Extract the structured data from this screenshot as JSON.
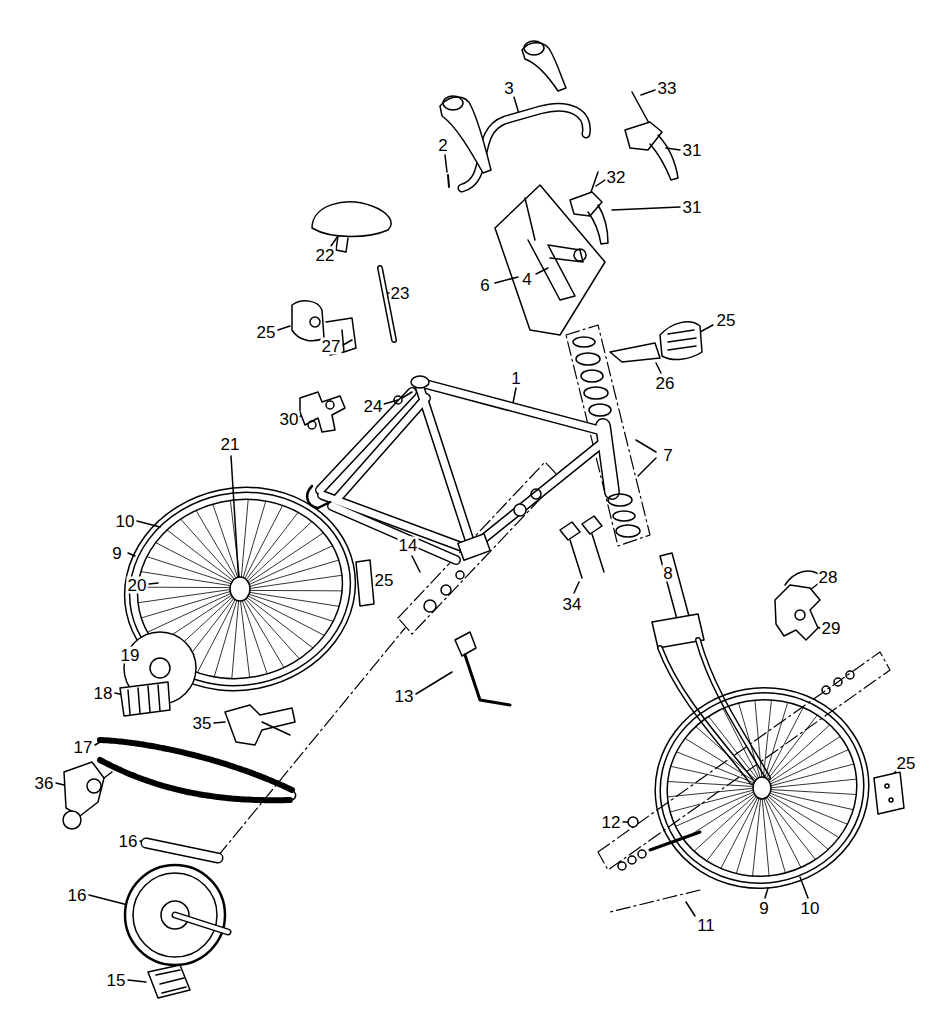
{
  "diagram": {
    "labels": [
      "33",
      "3",
      "31",
      "2",
      "32",
      "31",
      "22",
      "23",
      "6",
      "4",
      "25",
      "27",
      "25",
      "26",
      "1",
      "24",
      "30",
      "21",
      "7",
      "10",
      "9",
      "20",
      "14",
      "25",
      "8",
      "34",
      "28",
      "29",
      "19",
      "18",
      "35",
      "13",
      "17",
      "25",
      "36",
      "12",
      "16",
      "16",
      "11",
      "9",
      "10",
      "15"
    ]
  }
}
